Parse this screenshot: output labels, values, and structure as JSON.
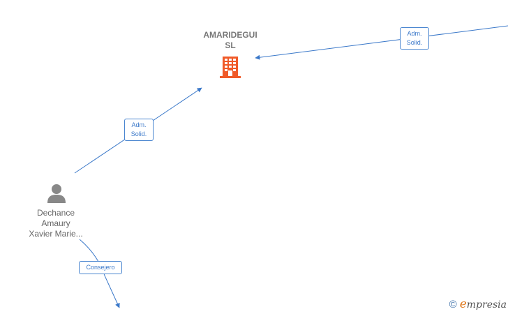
{
  "nodes": {
    "company": {
      "name": "AMARIDEGUI\nSL",
      "icon": "building-icon",
      "color": "#f05a28"
    },
    "person": {
      "name": "Dechance\nAmaury\nXavier Marie...",
      "icon": "person-icon",
      "color": "#888888"
    }
  },
  "edges": [
    {
      "label": "Adm.\nSolid.",
      "from": "person",
      "to": "company"
    },
    {
      "label": "Adm.\nSolid.",
      "from": "offscreen-right",
      "to": "company"
    },
    {
      "label": "Consejero",
      "from": "person",
      "to": "offscreen-bottom"
    }
  ],
  "colors": {
    "edge": "#3a78c9"
  },
  "footer": {
    "copyright": "©",
    "brand_first": "e",
    "brand_rest": "mpresia"
  }
}
